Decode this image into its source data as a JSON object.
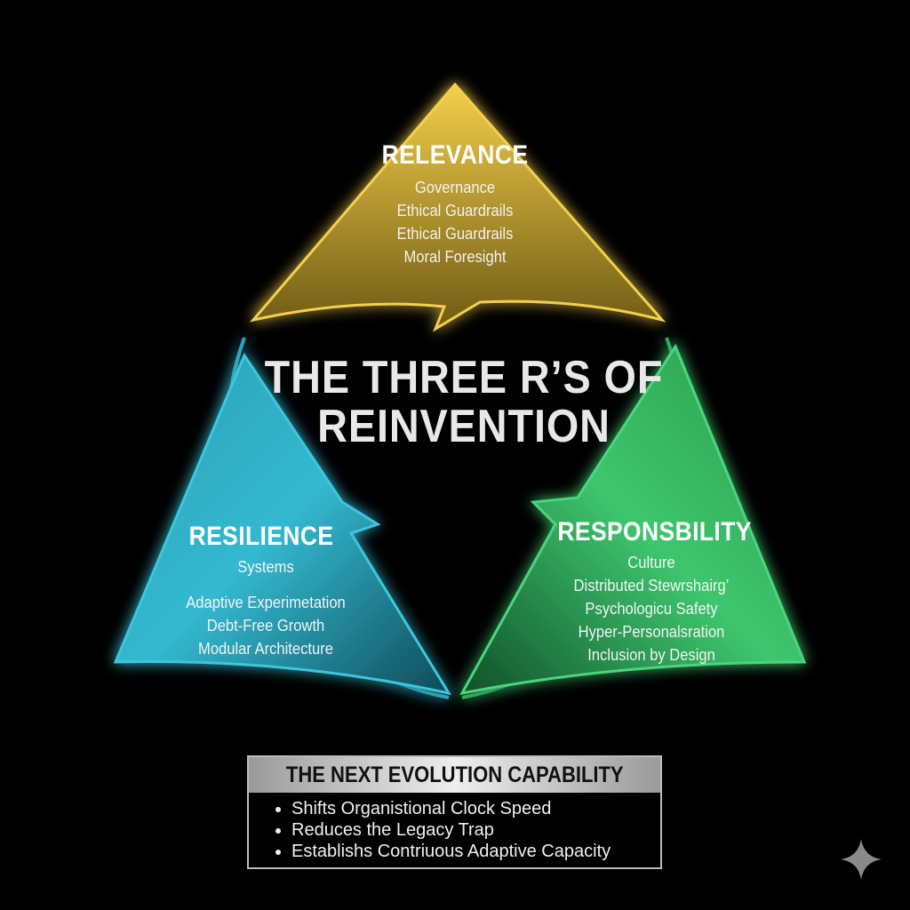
{
  "title": {
    "line1": "THE THREE R’S OF",
    "line2": "REINVENTION"
  },
  "relevance": {
    "heading": "RELEVANCE",
    "items": [
      "Governance",
      "Ethical Guardrails",
      "Ethical Guardrails",
      "Moral Foresight"
    ],
    "color": "#e8c23a"
  },
  "resilience": {
    "heading": "RESILIENCE",
    "items": [
      "Systems",
      "Adaptive Experimetation",
      "Debt-Free Growth",
      "Modular Architecture"
    ],
    "color": "#2fb3c8"
  },
  "responsibility": {
    "heading": "RESPONSBILITY",
    "items": [
      "Culture",
      "Distributed Stewrshairg’",
      "Psychologicu Safety",
      "Hyper-Personalsration",
      "Inclusion by Design"
    ],
    "color": "#2fb562"
  },
  "capability_box": {
    "heading": "THE NEXT EVOLUTION CAPABILITY",
    "bullets": [
      "Shifts Organistional Clock Speed",
      "Reduces the Legacy Trap",
      "Establishs Contriuous Adaptive Capacity"
    ]
  }
}
